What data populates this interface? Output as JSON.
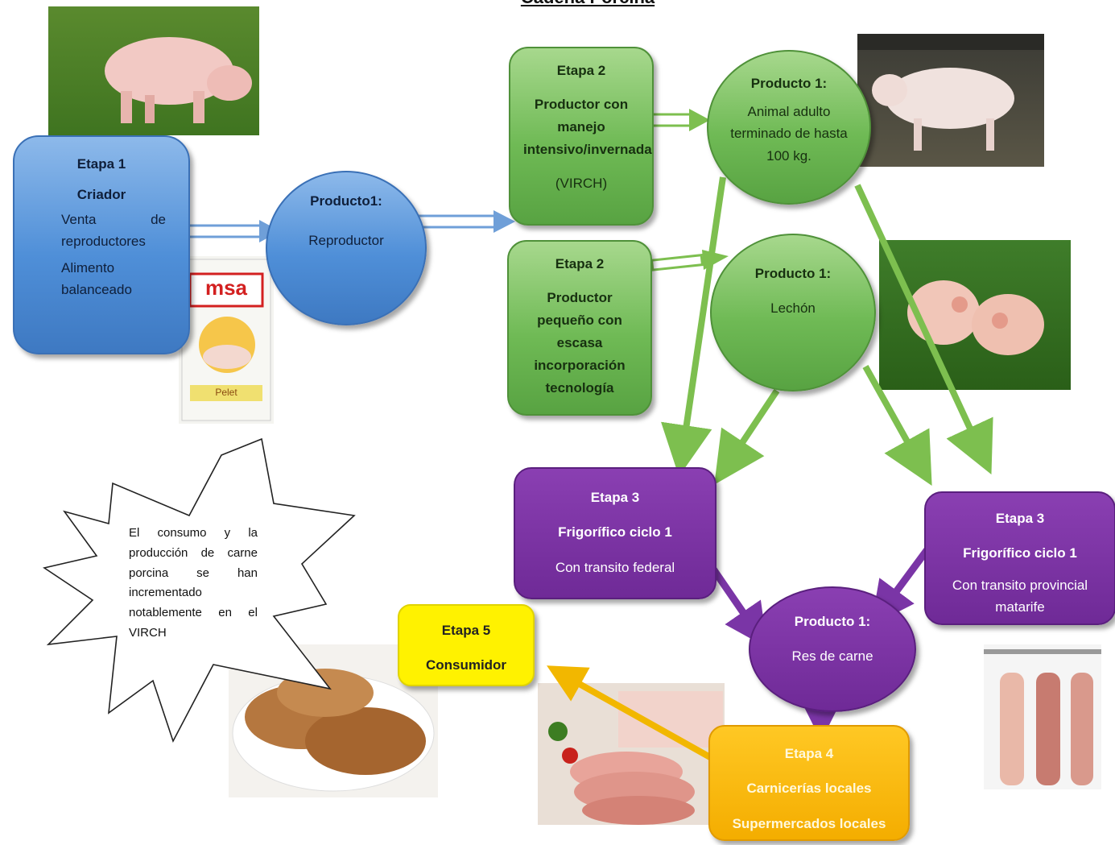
{
  "title": "Cadena Porcina",
  "etapa1": {
    "heading": "Etapa 1",
    "role": "Criador",
    "line1": "Venta de reproductores",
    "line2": "Alimento balanceado"
  },
  "producto_reproductor": {
    "heading": "Producto1:",
    "text": "Reproductor"
  },
  "etapa2a": {
    "heading": "Etapa 2",
    "text": "Productor con manejo intensivo/invernada",
    "tag": "(VIRCH)"
  },
  "etapa2b": {
    "heading": "Etapa 2",
    "text": "Productor pequeño con escasa incorporación tecnología"
  },
  "producto_adulto": {
    "heading": "Producto 1:",
    "text": "Animal adulto terminado de hasta 100 kg."
  },
  "producto_lechon": {
    "heading": "Producto 1:",
    "text": "Lechón"
  },
  "etapa3a": {
    "heading": "Etapa 3",
    "text": "Frigorífico ciclo 1",
    "sub": "Con transito federal"
  },
  "etapa3b": {
    "heading": "Etapa 3",
    "text": "Frigorífico ciclo 1",
    "sub": "Con transito provincial matarife"
  },
  "producto_res": {
    "heading": "Producto 1:",
    "text": "Res de carne"
  },
  "etapa4": {
    "heading": "Etapa 4",
    "line1": "Carnicerías locales",
    "line2": "Supermercados locales"
  },
  "etapa5": {
    "heading": "Etapa 5",
    "text": "Consumidor"
  },
  "callout": {
    "text": "El consumo y la producción de carne porcina se han incrementado notablemente en el VIRCH"
  },
  "feed_bag": {
    "brand": "msa",
    "label": "Pelet"
  },
  "colors": {
    "blue": "#4f8fd8",
    "green": "#6fba55",
    "purple": "#6f2a97",
    "yellow": "#fff200",
    "orange": "#f4ad00",
    "arrow_green": "#7dbf4f",
    "arrow_blue": "#6f9fd8",
    "arrow_purple": "#7a35a6",
    "arrow_orange": "#f2b700"
  }
}
